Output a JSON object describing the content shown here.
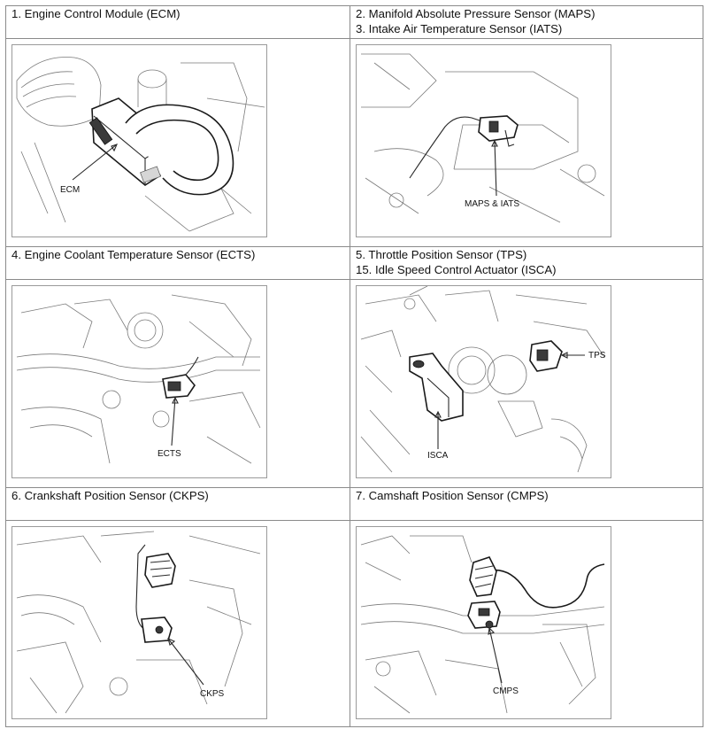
{
  "cells": [
    {
      "header": [
        "1. Engine Control Module (ECM)"
      ],
      "callouts": [
        "ECM"
      ]
    },
    {
      "header": [
        "2. Manifold Absolute Pressure Sensor (MAPS)",
        "3. Intake Air Temperature Sensor (IATS)"
      ],
      "callouts": [
        "MAPS & IATS"
      ]
    },
    {
      "header": [
        "4. Engine Coolant Temperature Sensor (ECTS)"
      ],
      "callouts": [
        "ECTS"
      ]
    },
    {
      "header": [
        "5. Throttle Position Sensor (TPS)",
        "15. Idle Speed Control Actuator (ISCA)"
      ],
      "callouts": [
        "TPS",
        "ISCA"
      ]
    },
    {
      "header": [
        "6. Crankshaft Position Sensor (CKPS)"
      ],
      "callouts": [
        "CKPS"
      ]
    },
    {
      "header": [
        "7. Camshaft Position Sensor (CMPS)"
      ],
      "callouts": [
        "CMPS"
      ]
    }
  ]
}
